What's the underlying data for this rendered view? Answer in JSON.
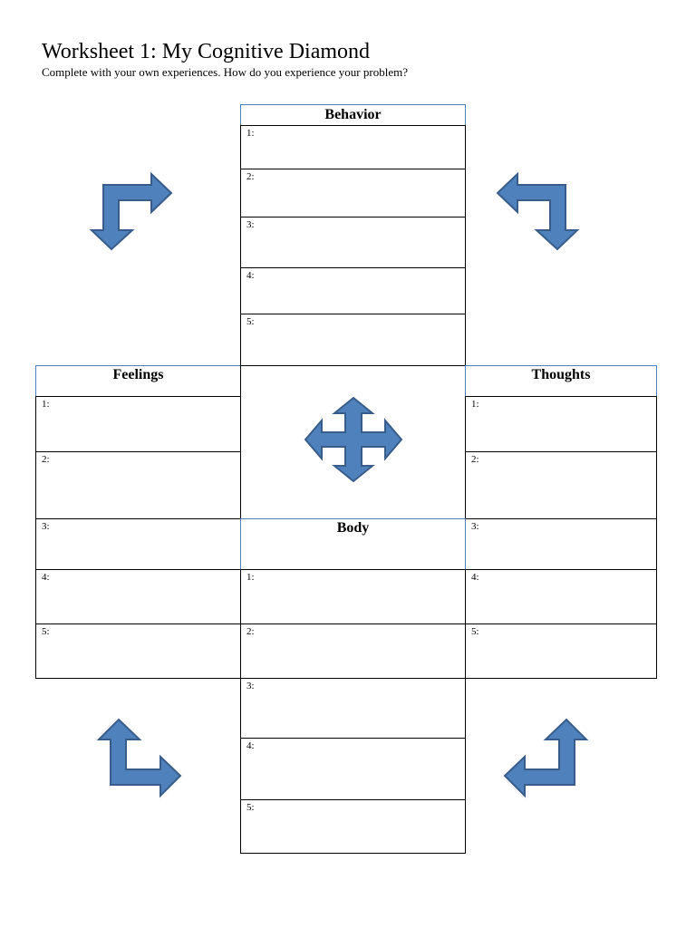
{
  "title": "Worksheet 1: My Cognitive Diamond",
  "subtitle": "Complete with your own experiences. How do you experience your problem?",
  "sections": {
    "behavior": {
      "label": "Behavior",
      "rows": [
        "1:",
        "2:",
        "3:",
        "4:",
        "5:"
      ]
    },
    "feelings": {
      "label": "Feelings",
      "rows": [
        "1:",
        "2:",
        "3:",
        "4:",
        "5:"
      ]
    },
    "thoughts": {
      "label": "Thoughts",
      "rows": [
        "1:",
        "2:",
        "3:",
        "4:",
        "5:"
      ]
    },
    "body": {
      "label": "Body",
      "rows": [
        "1:",
        "2:",
        "3:",
        "4:",
        "5:"
      ]
    }
  },
  "colors": {
    "arrow_fill": "#4f81bd",
    "arrow_stroke": "#385d8a",
    "header_border": "#4f81bd"
  },
  "icons": [
    "bent-arrow-icon",
    "four-way-arrow-icon"
  ]
}
